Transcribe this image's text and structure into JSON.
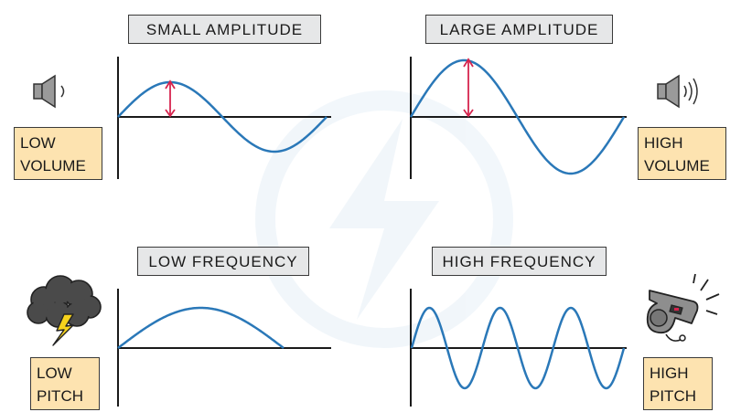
{
  "panels": {
    "small_amplitude": {
      "title": "SMALL AMPLITUDE",
      "label": [
        "LOW",
        "VOLUME"
      ]
    },
    "large_amplitude": {
      "title": "LARGE AMPLITUDE",
      "label": [
        "HIGH",
        "VOLUME"
      ]
    },
    "low_frequency": {
      "title": "LOW FREQUENCY",
      "label": [
        "LOW",
        "PITCH"
      ]
    },
    "high_frequency": {
      "title": "HIGH FREQUENCY",
      "label": [
        "HIGH",
        "PITCH"
      ]
    }
  },
  "icons": {
    "quiet_speaker": "speaker-one-wave-icon",
    "loud_speaker": "speaker-three-waves-icon",
    "thunder": "thundercloud-icon",
    "whistle": "whistle-icon"
  },
  "colors": {
    "wave": "#2a78b8",
    "amplitude_arrow": "#d6244e",
    "title_bg": "#e6e7e8",
    "label_bg": "#fde3b0",
    "axis": "#1a1a1a"
  },
  "waves": {
    "small_amplitude": {
      "cycles": 1,
      "amplitude": "small"
    },
    "large_amplitude": {
      "cycles": 1,
      "amplitude": "large"
    },
    "low_frequency": {
      "cycles": 0.5,
      "amplitude": "medium"
    },
    "high_frequency": {
      "cycles": 3,
      "amplitude": "medium"
    }
  }
}
